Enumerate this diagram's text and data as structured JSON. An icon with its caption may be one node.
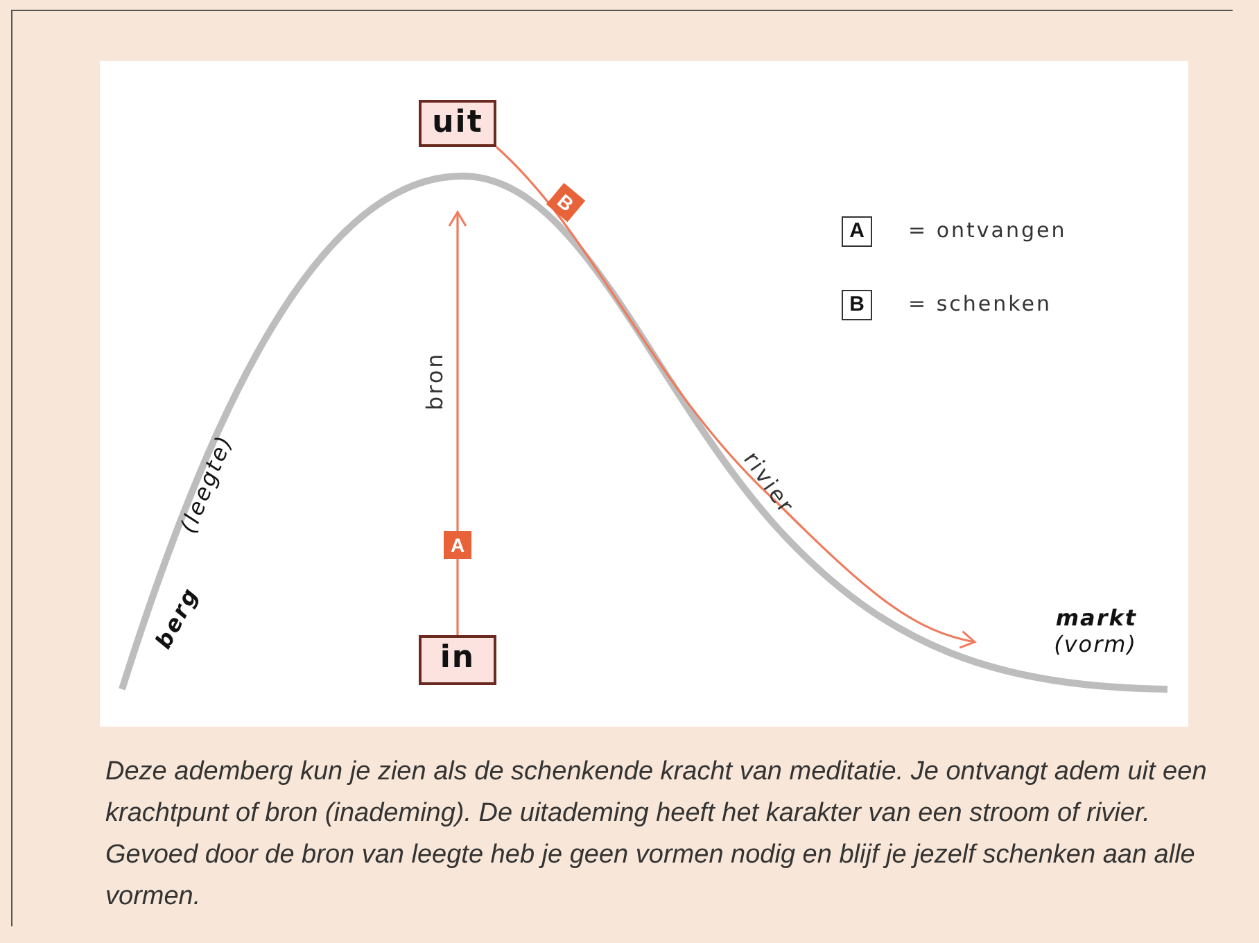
{
  "diagram": {
    "caption": "Deze ademberg kun je zien als de schenkende kracht van meditatie. Je ontvangt adem uit een krachtpunt of bron (inademing). De uitademing heeft het karakter van een stroom of rivier. Gevoed door de bron van leegte heb je geen vormen nodig en blijf je jezelf schenken aan alle vormen.",
    "nodes": [
      {
        "text": [
          "uit"
        ]
      },
      {
        "text": [
          "in"
        ]
      },
      {
        "text": [
          "markt",
          "(vorm)"
        ]
      }
    ],
    "edges": [
      {
        "from": 1,
        "to": null,
        "arrow": "to",
        "label": "bron"
      },
      {
        "from": 0,
        "to": 2,
        "arrow": "to",
        "label": "rivier"
      }
    ],
    "labels": [
      "B",
      "A",
      "= ontvangen",
      "B",
      "= schenken",
      "(leegte)",
      "A",
      "berg"
    ]
  }
}
